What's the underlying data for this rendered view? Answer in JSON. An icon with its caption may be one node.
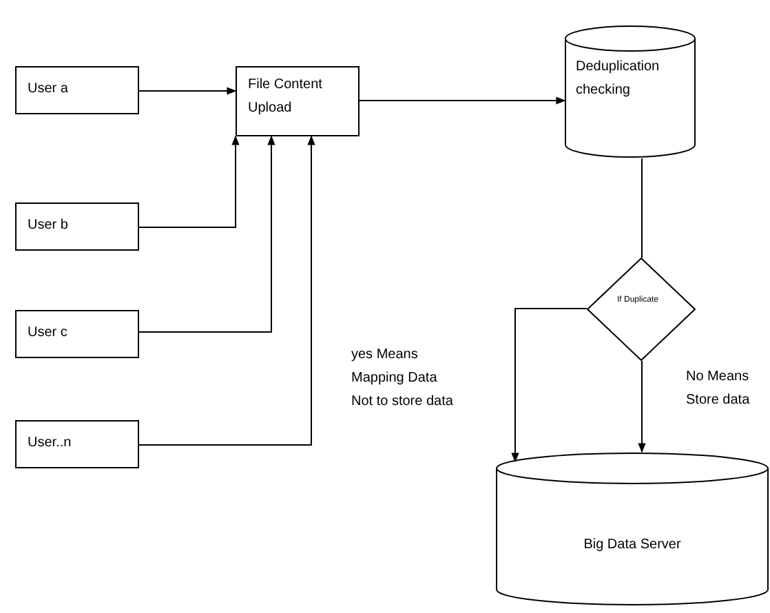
{
  "diagram": {
    "nodes": [
      {
        "text": [
          "User a"
        ]
      },
      {
        "text": [
          "User b"
        ]
      },
      {
        "text": [
          "User c"
        ]
      },
      {
        "text": [
          "User..n"
        ]
      },
      {
        "text": [
          "File Content Upload"
        ]
      },
      {
        "text": [
          "Deduplication checking"
        ]
      },
      {
        "text": [
          "If Duplicate"
        ]
      },
      {
        "text": [
          "Big Data Server"
        ]
      }
    ],
    "edges": [
      {
        "from": 0,
        "to": 4,
        "arrow": "to"
      },
      {
        "from": 1,
        "to": 4,
        "arrow": "to"
      },
      {
        "from": 2,
        "to": 4,
        "arrow": "to"
      },
      {
        "from": 3,
        "to": 4,
        "arrow": "to"
      },
      {
        "from": 4,
        "to": 5,
        "arrow": "to"
      },
      {
        "from": 5,
        "to": 6,
        "arrow": "none"
      },
      {
        "from": 6,
        "to": 7,
        "arrow": "to",
        "label": "yes Means Mapping Data  Not to store data"
      },
      {
        "from": 6,
        "to": 7,
        "arrow": "to",
        "label": "No Means Store data"
      }
    ]
  }
}
